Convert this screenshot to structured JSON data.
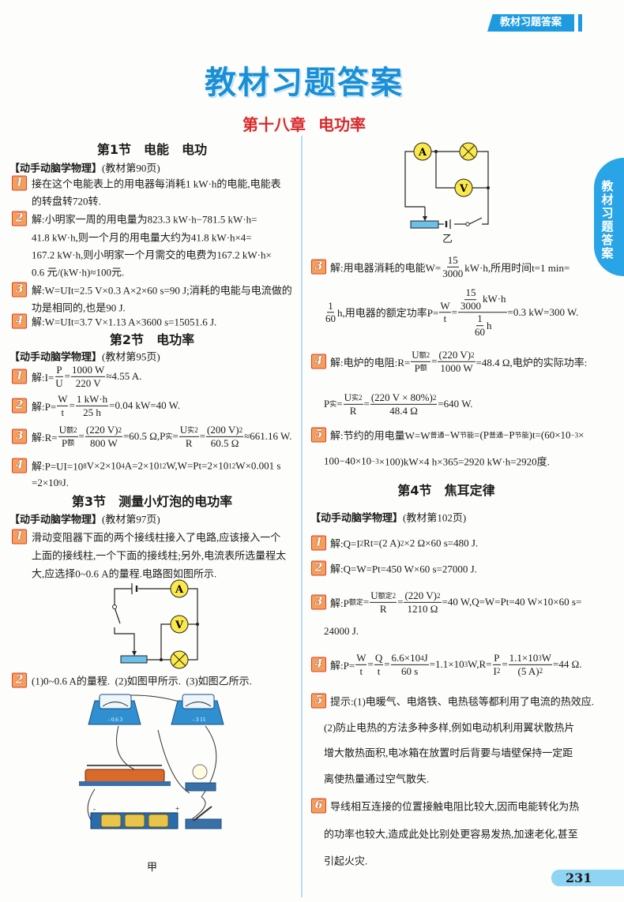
{
  "header": {
    "tab_label": "教材习题答案",
    "title": "教材习题答案",
    "chapter_num": "第十八章",
    "chapter_name": "电功率",
    "side_tab": "教材习题答案"
  },
  "colors": {
    "accent_blue": "#1a8fd6",
    "chapter_red": "#d8282a",
    "badge_orange": "#f5a05a"
  },
  "diagram_labels": {
    "ammeter": "A",
    "voltmeter": "V",
    "fig_jia": "甲",
    "fig_yi": "乙",
    "meter1_scale": "- 0.6 3",
    "meter2_scale": "- 3 15",
    "minus": "-",
    "plus": "+"
  },
  "sections": [
    {
      "title_num": "第1节",
      "title_a": "电能",
      "title_b": "电功",
      "src_bracket": "【动手动脑学物理】",
      "src_page": "(教材第90页)",
      "answers": [
        {
          "num": "1",
          "lines": [
            [
              "接在这个电能表上的用电器每消耗1 kW·h的电能,电能表"
            ],
            [
              "的转盘转720转."
            ]
          ]
        },
        {
          "num": "2",
          "lines": [
            [
              "解:小明家一周的用电量为823.3 kW·h−781.5 kW·h="
            ],
            [
              "41.8 kW·h,则一个月的用电量大约为41.8 kW·h×4="
            ],
            [
              "167.2 kW·h,则小明家一个月需交的电费为167.2 kW·h×"
            ],
            [
              "0.6 元/(kW·h)≈100元."
            ]
          ]
        },
        {
          "num": "3",
          "lines": [
            [
              "解:W=UIt=2.5 V×0.3 A×2×60 s=90 J;消耗的电能与电流做的"
            ],
            [
              "功是相同的,也是90 J."
            ]
          ]
        },
        {
          "num": "4",
          "lines": [
            [
              "解:W=UIt=3.7 V×1.13 A×3600 s=15051.6 J."
            ]
          ]
        }
      ]
    },
    {
      "title_num": "第2节",
      "title_a": "电功率",
      "title_b": "",
      "src_bracket": "【动手动脑学物理】",
      "src_page": "(教材第95页)",
      "answers": [
        {
          "num": "1",
          "lines": [
            [
              "解:I=",
              {
                "n": "P",
                "d": "U"
              },
              "=",
              {
                "n": "1000 W",
                "d": "220 V"
              },
              "≈4.55 A."
            ]
          ]
        },
        {
          "num": "2",
          "lines": [
            [
              "解:P=",
              {
                "n": "W",
                "d": "t"
              },
              "=",
              {
                "n": "1 kW·h",
                "d": "25 h"
              },
              "=0.04 kW=40 W."
            ]
          ]
        },
        {
          "num": "3",
          "lines": [
            [
              "解:R=",
              {
                "n": [
                  "U",
                  {
                    "sub": "额"
                  },
                  {
                    "sup": "2"
                  }
                ],
                "d": [
                  "P",
                  {
                    "sub": "额"
                  }
                ]
              },
              "=",
              {
                "n": [
                  "(220 V)",
                  {
                    "sup": "2"
                  }
                ],
                "d": "800 W"
              },
              "=60.5 Ω,P",
              {
                "sub": "实"
              },
              "=",
              {
                "n": [
                  "U",
                  {
                    "sub": "实"
                  },
                  {
                    "sup": "2"
                  }
                ],
                "d": "R"
              },
              "=",
              {
                "n": [
                  "(200 V)",
                  {
                    "sup": "2"
                  }
                ],
                "d": "60.5 Ω"
              },
              "≈661.16 W."
            ]
          ]
        },
        {
          "num": "4",
          "lines": [
            [
              "解:P=UI=10",
              {
                "sup": "8"
              },
              " V×2×10",
              {
                "sup": "4"
              },
              " A=2×10",
              {
                "sup": "12"
              },
              " W,W=Pt=2×10",
              {
                "sup": "12"
              },
              " W×0.001 s"
            ],
            [
              "=2×10",
              {
                "sup": "9"
              },
              " J."
            ]
          ]
        }
      ]
    },
    {
      "title_num": "第3节",
      "title_a": "测量小灯泡的电功率",
      "title_b": "",
      "src_bracket": "【动手动脑学物理】",
      "src_page": "(教材第97页)",
      "answers": [
        {
          "num": "1",
          "lines": [
            [
              "滑动变阻器下面的两个接线柱接入了电路,应该接入一个"
            ],
            [
              "上面的接线柱,一个下面的接线柱;另外,电流表所选量程太"
            ],
            [
              "大,应选择0~0.6 A的量程.电路图如图所示."
            ]
          ]
        },
        {
          "num": "2",
          "lines": [
            [
              "(1)0~0.6 A的量程.  (2)如图甲所示.  (3)如图乙所示."
            ]
          ]
        },
        {
          "num": "3",
          "lines": [
            [
              "解:用电器消耗的电能W=",
              {
                "n": "15",
                "d": "3000"
              },
              " kW·h,所用时间t=1 min="
            ],
            [
              {
                "n": "1",
                "d": "60"
              },
              " h,用电器的额定功率P=",
              {
                "n": "W",
                "d": "t"
              },
              "=",
              {
                "n": [
                  {
                    "n": "15",
                    "d": "3000"
                  },
                  " kW·h"
                ],
                "d": [
                  {
                    "n": "1",
                    "d": "60"
                  },
                  " h"
                ]
              },
              "=0.3 kW=300 W."
            ]
          ]
        },
        {
          "num": "4",
          "lines": [
            [
              "解:电炉的电阻:R=",
              {
                "n": [
                  "U",
                  {
                    "sub": "额"
                  },
                  {
                    "sup": "2"
                  }
                ],
                "d": [
                  "P",
                  {
                    "sub": "额"
                  }
                ]
              },
              "=",
              {
                "n": [
                  "(220 V)",
                  {
                    "sup": "2"
                  }
                ],
                "d": "1000 W"
              },
              "=48.4 Ω,电炉的实际功率:"
            ],
            [
              "P",
              {
                "sub": "实"
              },
              "=",
              {
                "n": [
                  "U",
                  {
                    "sub": "实"
                  },
                  {
                    "sup": "2"
                  }
                ],
                "d": "R"
              },
              "=",
              {
                "n": [
                  "(220 V × 80%)",
                  {
                    "sup": "2"
                  }
                ],
                "d": "48.4 Ω"
              },
              "=640 W."
            ]
          ]
        },
        {
          "num": "5",
          "lines": [
            [
              "解:节约的用电量W=W",
              {
                "sub": "普通"
              },
              "−W",
              {
                "sub": "节能"
              },
              "=(P",
              {
                "sub": "普通"
              },
              "−P",
              {
                "sub": "节能"
              },
              ")t=(60×10",
              {
                "sup": "−3"
              },
              "×"
            ],
            [
              "100−40×10",
              {
                "sup": "−3"
              },
              "×100)kW×4 h×365=2920 kW·h=2920度."
            ]
          ]
        }
      ]
    },
    {
      "title_num": "第4节",
      "title_a": "焦耳定律",
      "title_b": "",
      "src_bracket": "【动手动脑学物理】",
      "src_page": "(教材第102页)",
      "answers": [
        {
          "num": "1",
          "lines": [
            [
              "解:Q=I",
              {
                "sup": "2"
              },
              "Rt=(2 A)",
              {
                "sup": "2"
              },
              "×2 Ω×60 s=480 J."
            ]
          ]
        },
        {
          "num": "2",
          "lines": [
            [
              "解:Q=W=Pt=450 W×60 s=27000 J."
            ]
          ]
        },
        {
          "num": "3",
          "lines": [
            [
              "解:P",
              {
                "sub": "额定"
              },
              "=",
              {
                "n": [
                  "U",
                  {
                    "sub": "额定"
                  },
                  {
                    "sup": "2"
                  }
                ],
                "d": "R"
              },
              "=",
              {
                "n": [
                  "(220 V)",
                  {
                    "sup": "2"
                  }
                ],
                "d": "1210 Ω"
              },
              "=40 W,Q=W=Pt=40 W×10×60 s="
            ],
            [
              "24000 J."
            ]
          ]
        },
        {
          "num": "4",
          "lines": [
            [
              "解:P=",
              {
                "n": "W",
                "d": "t"
              },
              "=",
              {
                "n": "Q",
                "d": "t"
              },
              "=",
              {
                "n": [
                  "6.6×10",
                  {
                    "sup": "4"
                  },
                  " J"
                ],
                "d": "60 s"
              },
              "=1.1×10",
              {
                "sup": "3"
              },
              " W,R=",
              {
                "n": "P",
                "d": [
                  "I",
                  {
                    "sup": "2"
                  }
                ]
              },
              "=",
              {
                "n": [
                  "1.1×10",
                  {
                    "sup": "3"
                  },
                  " W"
                ],
                "d": [
                  "(5 A)",
                  {
                    "sup": "2"
                  }
                ]
              },
              "=44 Ω."
            ]
          ]
        },
        {
          "num": "5",
          "lines": [
            [
              "提示:(1)电暖气、电烙铁、电热毯等都利用了电流的热效应."
            ],
            [
              "(2)防止电热的方法多种多样,例如电动机利用翼状散热片"
            ],
            [
              "增大散热面积,电冰箱在放置时后背要与墙壁保持一定距"
            ],
            [
              "离使热量通过空气散失."
            ]
          ]
        },
        {
          "num": "6",
          "lines": [
            [
              "导线相互连接的位置接触电阻比较大,因而电能转化为热"
            ],
            [
              "的功率也较大,造成此处比别处更容易发热,加速老化,甚至"
            ],
            [
              "引起火灾."
            ]
          ]
        }
      ]
    }
  ],
  "page_number": "231"
}
